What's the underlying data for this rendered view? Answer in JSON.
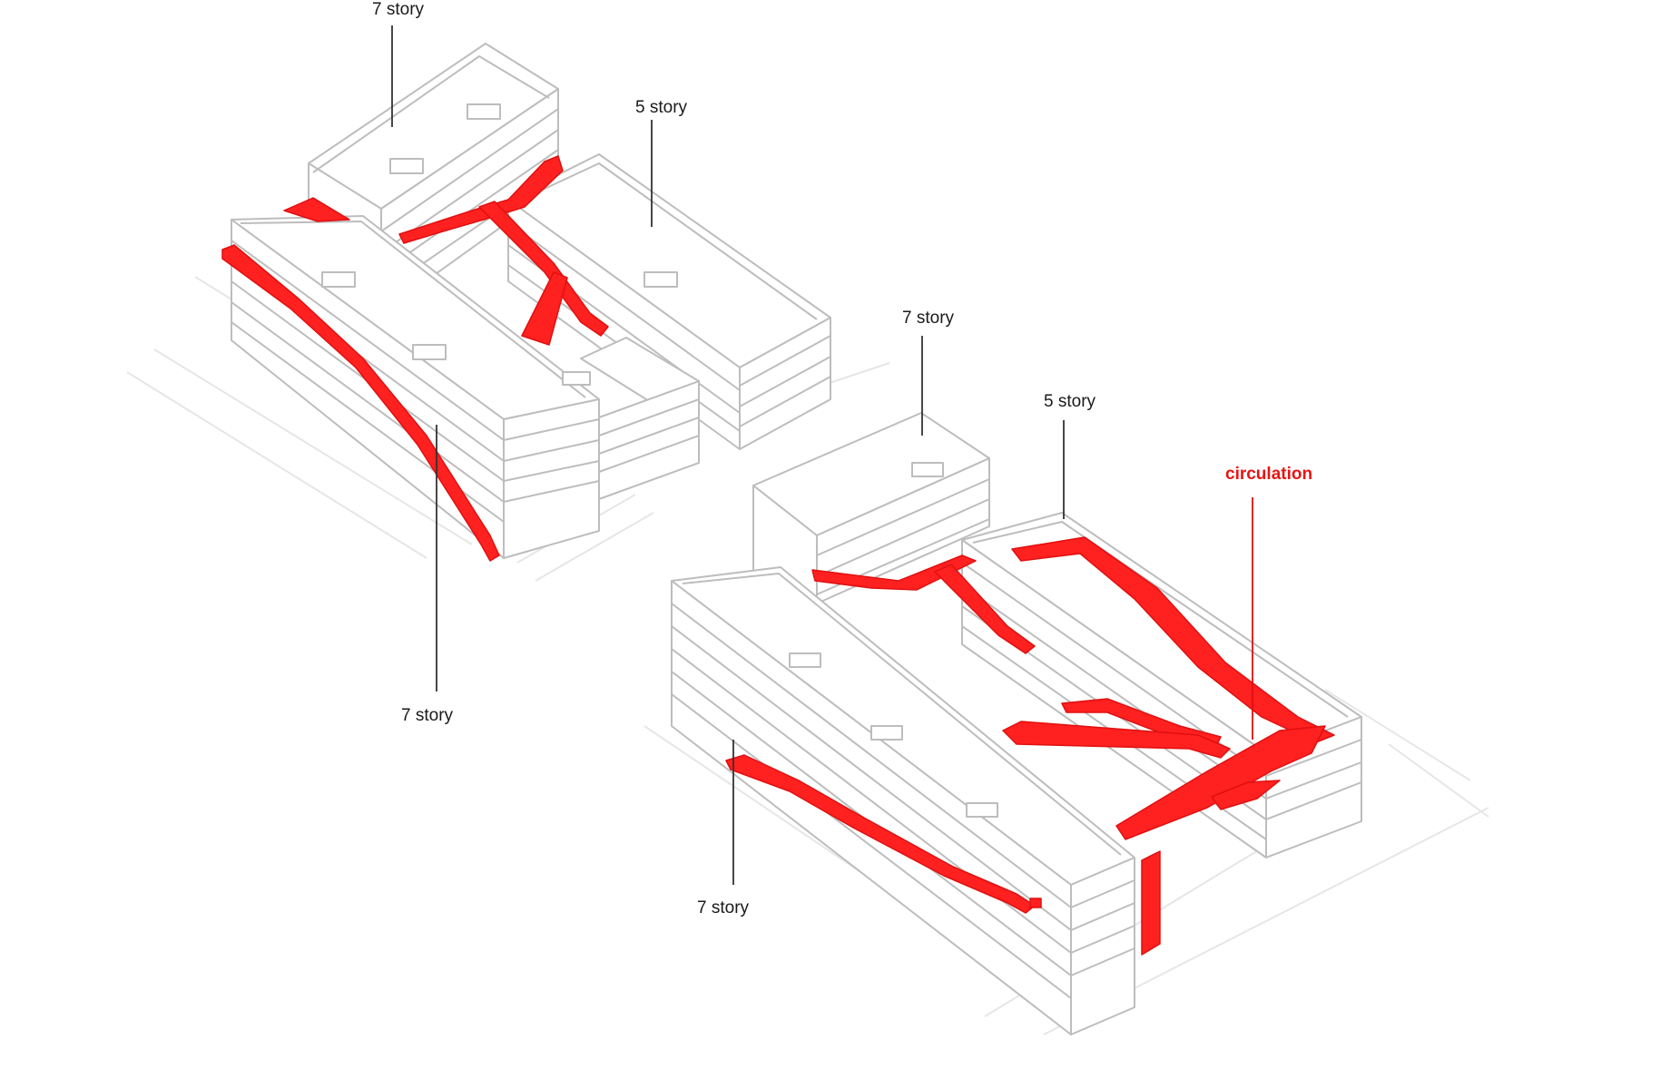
{
  "labels": {
    "a_top": "7 story",
    "a_right": "5 story",
    "a_bottom": "7 story",
    "b_top": "7 story",
    "b_right": "5 story",
    "b_bottom": "7 story",
    "legend": "circulation"
  },
  "colors": {
    "circulation": "#ff2020",
    "line": "#bdbdbd",
    "leader": "#333333",
    "ground": "#e6e6e6",
    "text": "#1a1a1a"
  }
}
